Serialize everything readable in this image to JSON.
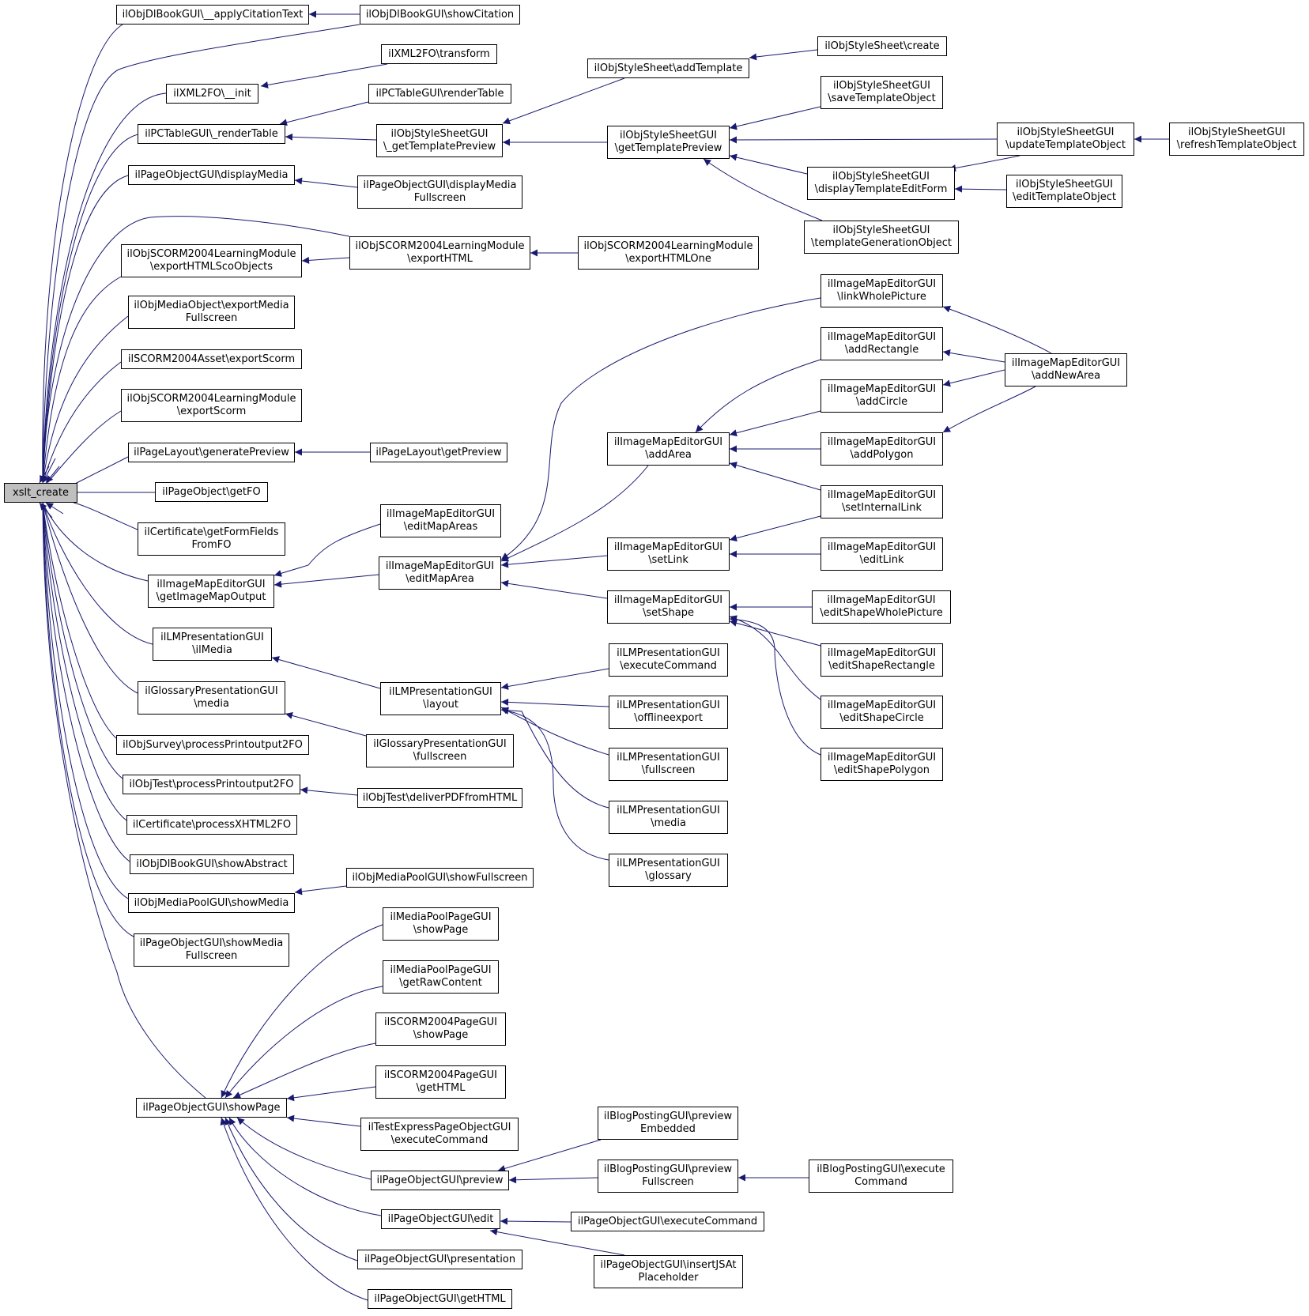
{
  "colors": {
    "edge": "#191970",
    "node_border": "#000000",
    "node_fill": "#ffffff",
    "root_fill": "#bfbfbf"
  },
  "root": "xslt_create",
  "nodes": [
    {
      "id": "root",
      "lines": [
        "xslt_create"
      ],
      "root": true
    },
    {
      "id": "n1",
      "lines": [
        "ilObjDlBookGUI\\__applyCitationText"
      ]
    },
    {
      "id": "n2",
      "lines": [
        "ilObjDlBookGUI\\showCitation"
      ]
    },
    {
      "id": "n3",
      "lines": [
        "ilXML2FO\\transform"
      ]
    },
    {
      "id": "n4",
      "lines": [
        "ilXML2FO\\__init"
      ]
    },
    {
      "id": "n5",
      "lines": [
        "ilPCTableGUI\\renderTable"
      ]
    },
    {
      "id": "n6",
      "lines": [
        "ilPCTableGUI\\_renderTable"
      ]
    },
    {
      "id": "n7",
      "lines": [
        "ilObjStyleSheetGUI",
        "\\_getTemplatePreview"
      ]
    },
    {
      "id": "n8",
      "lines": [
        "ilObjStyleSheet\\addTemplate"
      ]
    },
    {
      "id": "n9",
      "lines": [
        "ilObjStyleSheet\\create"
      ]
    },
    {
      "id": "n10",
      "lines": [
        "ilObjStyleSheetGUI",
        "\\getTemplatePreview"
      ]
    },
    {
      "id": "n11",
      "lines": [
        "ilObjStyleSheetGUI",
        "\\saveTemplateObject"
      ]
    },
    {
      "id": "n12",
      "lines": [
        "ilObjStyleSheetGUI",
        "\\updateTemplateObject"
      ]
    },
    {
      "id": "n13",
      "lines": [
        "ilObjStyleSheetGUI",
        "\\refreshTemplateObject"
      ]
    },
    {
      "id": "n14",
      "lines": [
        "ilObjStyleSheetGUI",
        "\\displayTemplateEditForm"
      ]
    },
    {
      "id": "n15",
      "lines": [
        "ilObjStyleSheetGUI",
        "\\editTemplateObject"
      ]
    },
    {
      "id": "n16",
      "lines": [
        "ilObjStyleSheetGUI",
        "\\templateGenerationObject"
      ]
    },
    {
      "id": "n17",
      "lines": [
        "ilPageObjectGUI\\displayMedia"
      ]
    },
    {
      "id": "n18",
      "lines": [
        "ilPageObjectGUI\\displayMedia",
        "Fullscreen"
      ]
    },
    {
      "id": "n19",
      "lines": [
        "ilObjSCORM2004LearningModule",
        "\\exportHTMLScoObjects"
      ]
    },
    {
      "id": "n20",
      "lines": [
        "ilObjSCORM2004LearningModule",
        "\\exportHTML"
      ]
    },
    {
      "id": "n21",
      "lines": [
        "ilObjSCORM2004LearningModule",
        "\\exportHTMLOne"
      ]
    },
    {
      "id": "n22",
      "lines": [
        "ilObjMediaObject\\exportMedia",
        "Fullscreen"
      ]
    },
    {
      "id": "n23",
      "lines": [
        "ilSCORM2004Asset\\exportScorm"
      ]
    },
    {
      "id": "n24",
      "lines": [
        "ilObjSCORM2004LearningModule",
        "\\exportScorm"
      ]
    },
    {
      "id": "n25",
      "lines": [
        "ilPageLayout\\generatePreview"
      ]
    },
    {
      "id": "n26",
      "lines": [
        "ilPageLayout\\getPreview"
      ]
    },
    {
      "id": "n27",
      "lines": [
        "ilPageObject\\getFO"
      ]
    },
    {
      "id": "n28",
      "lines": [
        "ilCertificate\\getFormFields",
        "FromFO"
      ]
    },
    {
      "id": "n29",
      "lines": [
        "ilImageMapEditorGUI",
        "\\getImageMapOutput"
      ]
    },
    {
      "id": "n30",
      "lines": [
        "ilImageMapEditorGUI",
        "\\editMapAreas"
      ]
    },
    {
      "id": "n31",
      "lines": [
        "ilImageMapEditorGUI",
        "\\editMapArea"
      ]
    },
    {
      "id": "n32",
      "lines": [
        "ilImageMapEditorGUI",
        "\\linkWholePicture"
      ]
    },
    {
      "id": "n33",
      "lines": [
        "ilImageMapEditorGUI",
        "\\addRectangle"
      ]
    },
    {
      "id": "n34",
      "lines": [
        "ilImageMapEditorGUI",
        "\\addNewArea"
      ]
    },
    {
      "id": "n35",
      "lines": [
        "ilImageMapEditorGUI",
        "\\addCircle"
      ]
    },
    {
      "id": "n36",
      "lines": [
        "ilImageMapEditorGUI",
        "\\addArea"
      ]
    },
    {
      "id": "n37",
      "lines": [
        "ilImageMapEditorGUI",
        "\\addPolygon"
      ]
    },
    {
      "id": "n38",
      "lines": [
        "ilImageMapEditorGUI",
        "\\setInternalLink"
      ]
    },
    {
      "id": "n39",
      "lines": [
        "ilImageMapEditorGUI",
        "\\setLink"
      ]
    },
    {
      "id": "n40",
      "lines": [
        "ilImageMapEditorGUI",
        "\\editLink"
      ]
    },
    {
      "id": "n41",
      "lines": [
        "ilImageMapEditorGUI",
        "\\setShape"
      ]
    },
    {
      "id": "n42",
      "lines": [
        "ilImageMapEditorGUI",
        "\\editShapeWholePicture"
      ]
    },
    {
      "id": "n43",
      "lines": [
        "ilImageMapEditorGUI",
        "\\editShapeRectangle"
      ]
    },
    {
      "id": "n44",
      "lines": [
        "ilImageMapEditorGUI",
        "\\editShapeCircle"
      ]
    },
    {
      "id": "n45",
      "lines": [
        "ilImageMapEditorGUI",
        "\\editShapePolygon"
      ]
    },
    {
      "id": "n46",
      "lines": [
        "ilLMPresentationGUI",
        "\\ilMedia"
      ]
    },
    {
      "id": "n47",
      "lines": [
        "ilLMPresentationGUI",
        "\\layout"
      ]
    },
    {
      "id": "n48",
      "lines": [
        "ilLMPresentationGUI",
        "\\executeCommand"
      ]
    },
    {
      "id": "n49",
      "lines": [
        "ilLMPresentationGUI",
        "\\offlineexport"
      ]
    },
    {
      "id": "n50",
      "lines": [
        "ilLMPresentationGUI",
        "\\fullscreen"
      ]
    },
    {
      "id": "n51",
      "lines": [
        "ilLMPresentationGUI",
        "\\media"
      ]
    },
    {
      "id": "n52",
      "lines": [
        "ilLMPresentationGUI",
        "\\glossary"
      ]
    },
    {
      "id": "n53",
      "lines": [
        "ilGlossaryPresentationGUI",
        "\\media"
      ]
    },
    {
      "id": "n54",
      "lines": [
        "ilGlossaryPresentationGUI",
        "\\fullscreen"
      ]
    },
    {
      "id": "n55",
      "lines": [
        "ilObjSurvey\\processPrintoutput2FO"
      ]
    },
    {
      "id": "n56",
      "lines": [
        "ilObjTest\\processPrintoutput2FO"
      ]
    },
    {
      "id": "n57",
      "lines": [
        "ilObjTest\\deliverPDFfromHTML"
      ]
    },
    {
      "id": "n58",
      "lines": [
        "ilCertificate\\processXHTML2FO"
      ]
    },
    {
      "id": "n59",
      "lines": [
        "ilObjDlBookGUI\\showAbstract"
      ]
    },
    {
      "id": "n60",
      "lines": [
        "ilObjMediaPoolGUI\\showMedia"
      ]
    },
    {
      "id": "n61",
      "lines": [
        "ilObjMediaPoolGUI\\showFullscreen"
      ]
    },
    {
      "id": "n62",
      "lines": [
        "ilPageObjectGUI\\showMedia",
        "Fullscreen"
      ]
    },
    {
      "id": "n63",
      "lines": [
        "ilPageObjectGUI\\showPage"
      ]
    },
    {
      "id": "n64",
      "lines": [
        "ilMediaPoolPageGUI",
        "\\showPage"
      ]
    },
    {
      "id": "n65",
      "lines": [
        "ilMediaPoolPageGUI",
        "\\getRawContent"
      ]
    },
    {
      "id": "n66",
      "lines": [
        "ilSCORM2004PageGUI",
        "\\showPage"
      ]
    },
    {
      "id": "n67",
      "lines": [
        "ilSCORM2004PageGUI",
        "\\getHTML"
      ]
    },
    {
      "id": "n68",
      "lines": [
        "ilTestExpressPageObjectGUI",
        "\\executeCommand"
      ]
    },
    {
      "id": "n69",
      "lines": [
        "ilPageObjectGUI\\preview"
      ]
    },
    {
      "id": "n70",
      "lines": [
        "ilBlogPostingGUI\\preview",
        "Embedded"
      ]
    },
    {
      "id": "n71",
      "lines": [
        "ilBlogPostingGUI\\preview",
        "Fullscreen"
      ]
    },
    {
      "id": "n72",
      "lines": [
        "ilBlogPostingGUI\\execute",
        "Command"
      ]
    },
    {
      "id": "n73",
      "lines": [
        "ilPageObjectGUI\\edit"
      ]
    },
    {
      "id": "n74",
      "lines": [
        "ilPageObjectGUI\\executeCommand"
      ]
    },
    {
      "id": "n75",
      "lines": [
        "ilPageObjectGUI\\insertJSAt",
        "Placeholder"
      ]
    },
    {
      "id": "n76",
      "lines": [
        "ilPageObjectGUI\\presentation"
      ]
    },
    {
      "id": "n77",
      "lines": [
        "ilPageObjectGUI\\getHTML"
      ]
    }
  ]
}
